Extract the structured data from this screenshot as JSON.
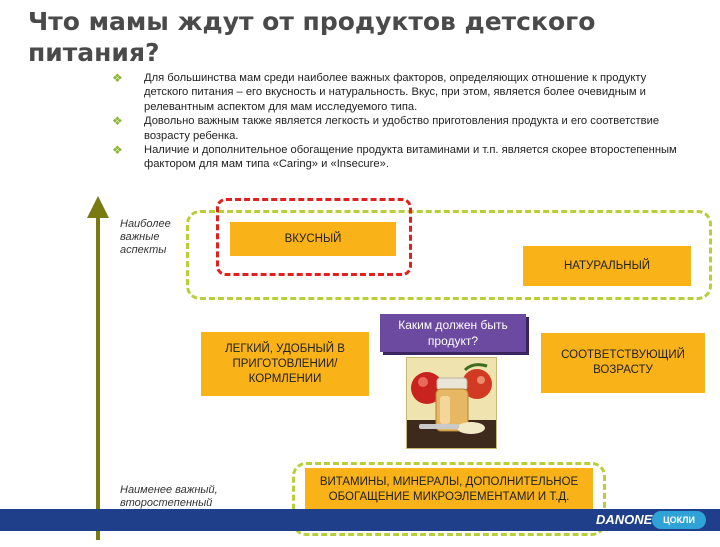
{
  "title": "Что мамы ждут от продуктов детского питания?",
  "bullets": [
    "Для большинства мам среди наиболее важных факторов, определяющих отношение к продукту детского питания – его вкусность и натуральность. Вкус, при этом, является более очевидным и релевантным аспектом для мам исследуемого типа.",
    "Довольно важным также является легкость и удобство приготовления продукта и его соответствие возрасту ребенка.",
    "Наличие и дополнительное обогащение продукта витаминами и т.п. является скорее второстепенным фактором для мам типа «Caring» и «Insecure»."
  ],
  "axis": {
    "top_label": "Наиболее важные аспекты",
    "bottom_label": "Наименее важный, второстепенный аспект"
  },
  "boxes": {
    "tasty": "ВКУСНЫЙ",
    "natural": "НАТУРАЛЬНЫЙ",
    "easy": "ЛЕГКИЙ, УДОБНЫЙ В ПРИГОТОВЛЕНИИ/ КОРМЛЕНИИ",
    "age": "СООТВЕТСТВУЮЩИЙ ВОЗРАСТУ",
    "vitamins": "ВИТАМИНЫ, МИНЕРАЛЫ, ДОПОЛНИТЕЛЬНОЕ ОБОГАЩЕНИЕ МИКРОЭЛЕМЕНТАМИ И Т.Д."
  },
  "center_question": "Каким должен быть продукт?",
  "logos": {
    "danone": "DANONE",
    "milk": "ЦОКЛИ МИЛК"
  },
  "colors": {
    "orange": "#f9b218",
    "green_dash": "#b7d03a",
    "red_dash": "#e32020",
    "purple": "#6b4aa0",
    "axis": "#7a7a12",
    "footer": "#1f3f8a"
  },
  "icons": {
    "bullet": "diamond-bullet-icon",
    "arrow": "arrow-up-icon"
  }
}
